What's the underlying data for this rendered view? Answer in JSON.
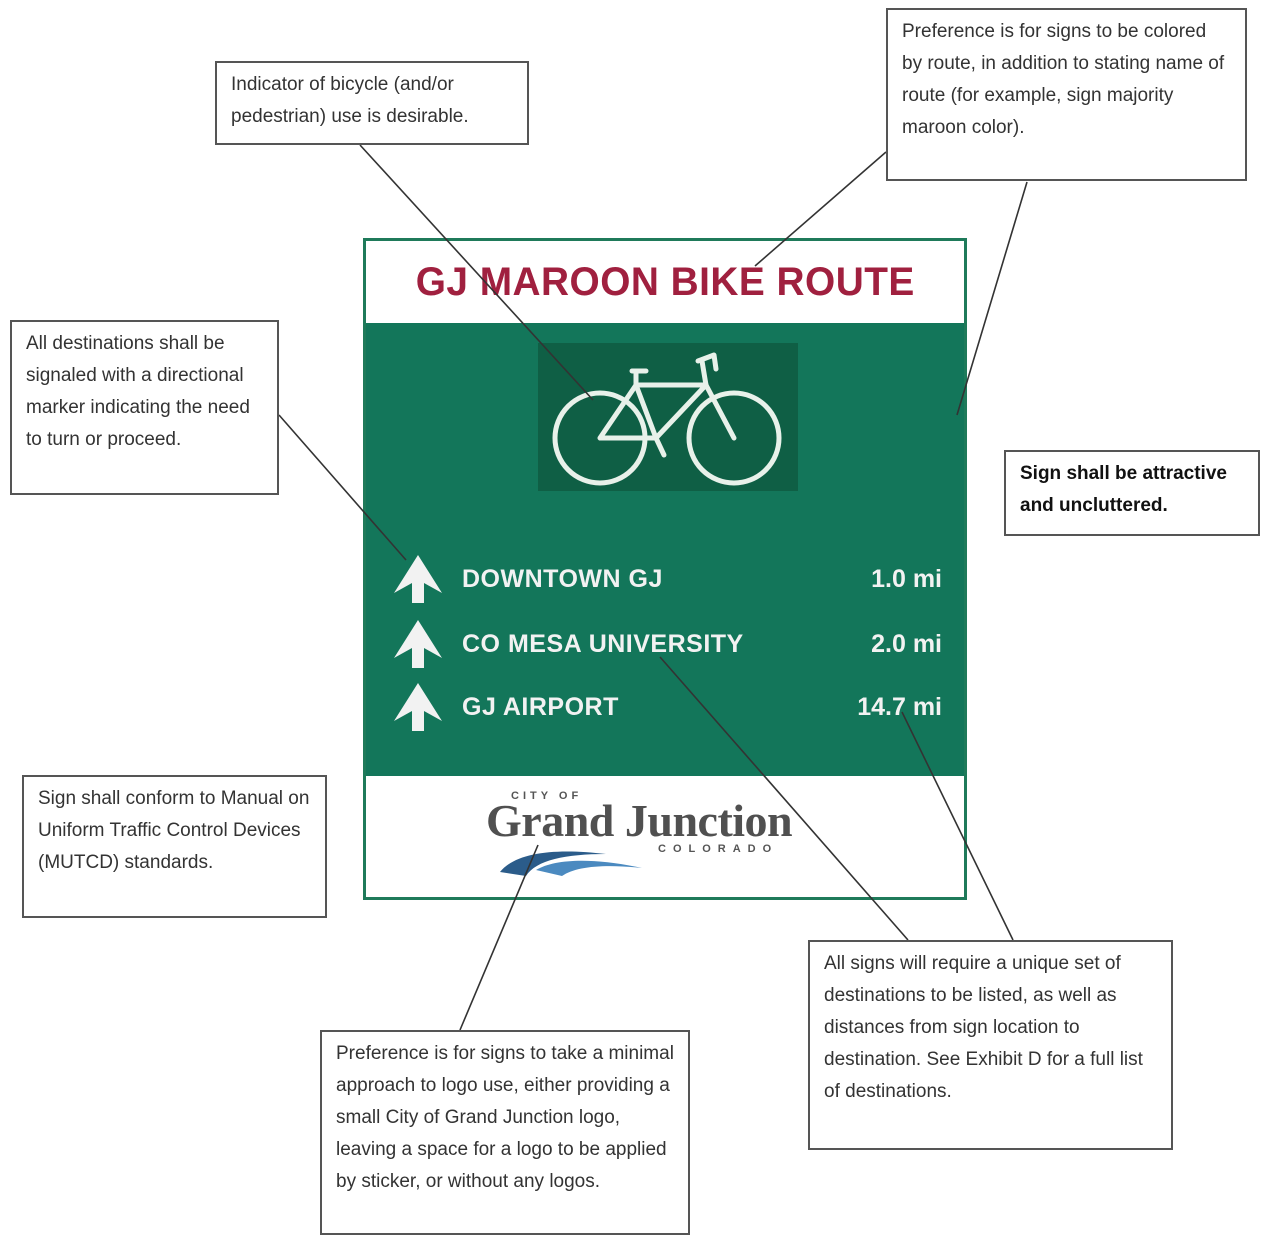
{
  "callouts": {
    "bicycle_indicator": "Indicator of bicycle (and/or pedestrian) use is desirable.",
    "route_color": "Preference is for signs to be colored by route, in addition to stating name of route (for example, sign majority maroon color).",
    "directional_marker": "All destinations shall be signaled with a directional marker indicating the need to turn or proceed.",
    "attractive": "Sign shall be attractive and uncluttered.",
    "mutcd": "Sign shall conform to Manual on Uniform Traffic Control Devices (MUTCD) standards.",
    "logo_use": "Preference is for signs to take a minimal approach to logo use, either providing a small City of Grand Junction logo, leaving a space for a logo to be applied by sticker, or without any logos.",
    "destinations": "All signs will require a unique set of destinations to be listed, as well as distances from sign location to destination. See Exhibit D for a full list of destinations."
  },
  "sign": {
    "title": "GJ MAROON BIKE ROUTE",
    "destinations": [
      {
        "name": "DOWNTOWN GJ",
        "distance": "1.0 mi"
      },
      {
        "name": "CO MESA UNIVERSITY",
        "distance": "2.0 mi"
      },
      {
        "name": "GJ AIRPORT",
        "distance": "14.7 mi"
      }
    ],
    "logo": {
      "city_of": "CITY OF",
      "name": "Grand Junction",
      "state": "COLORADO"
    }
  },
  "colors": {
    "panel_green": "#13765a",
    "title_maroon": "#a0203f",
    "border_green": "#1f7a5a"
  }
}
